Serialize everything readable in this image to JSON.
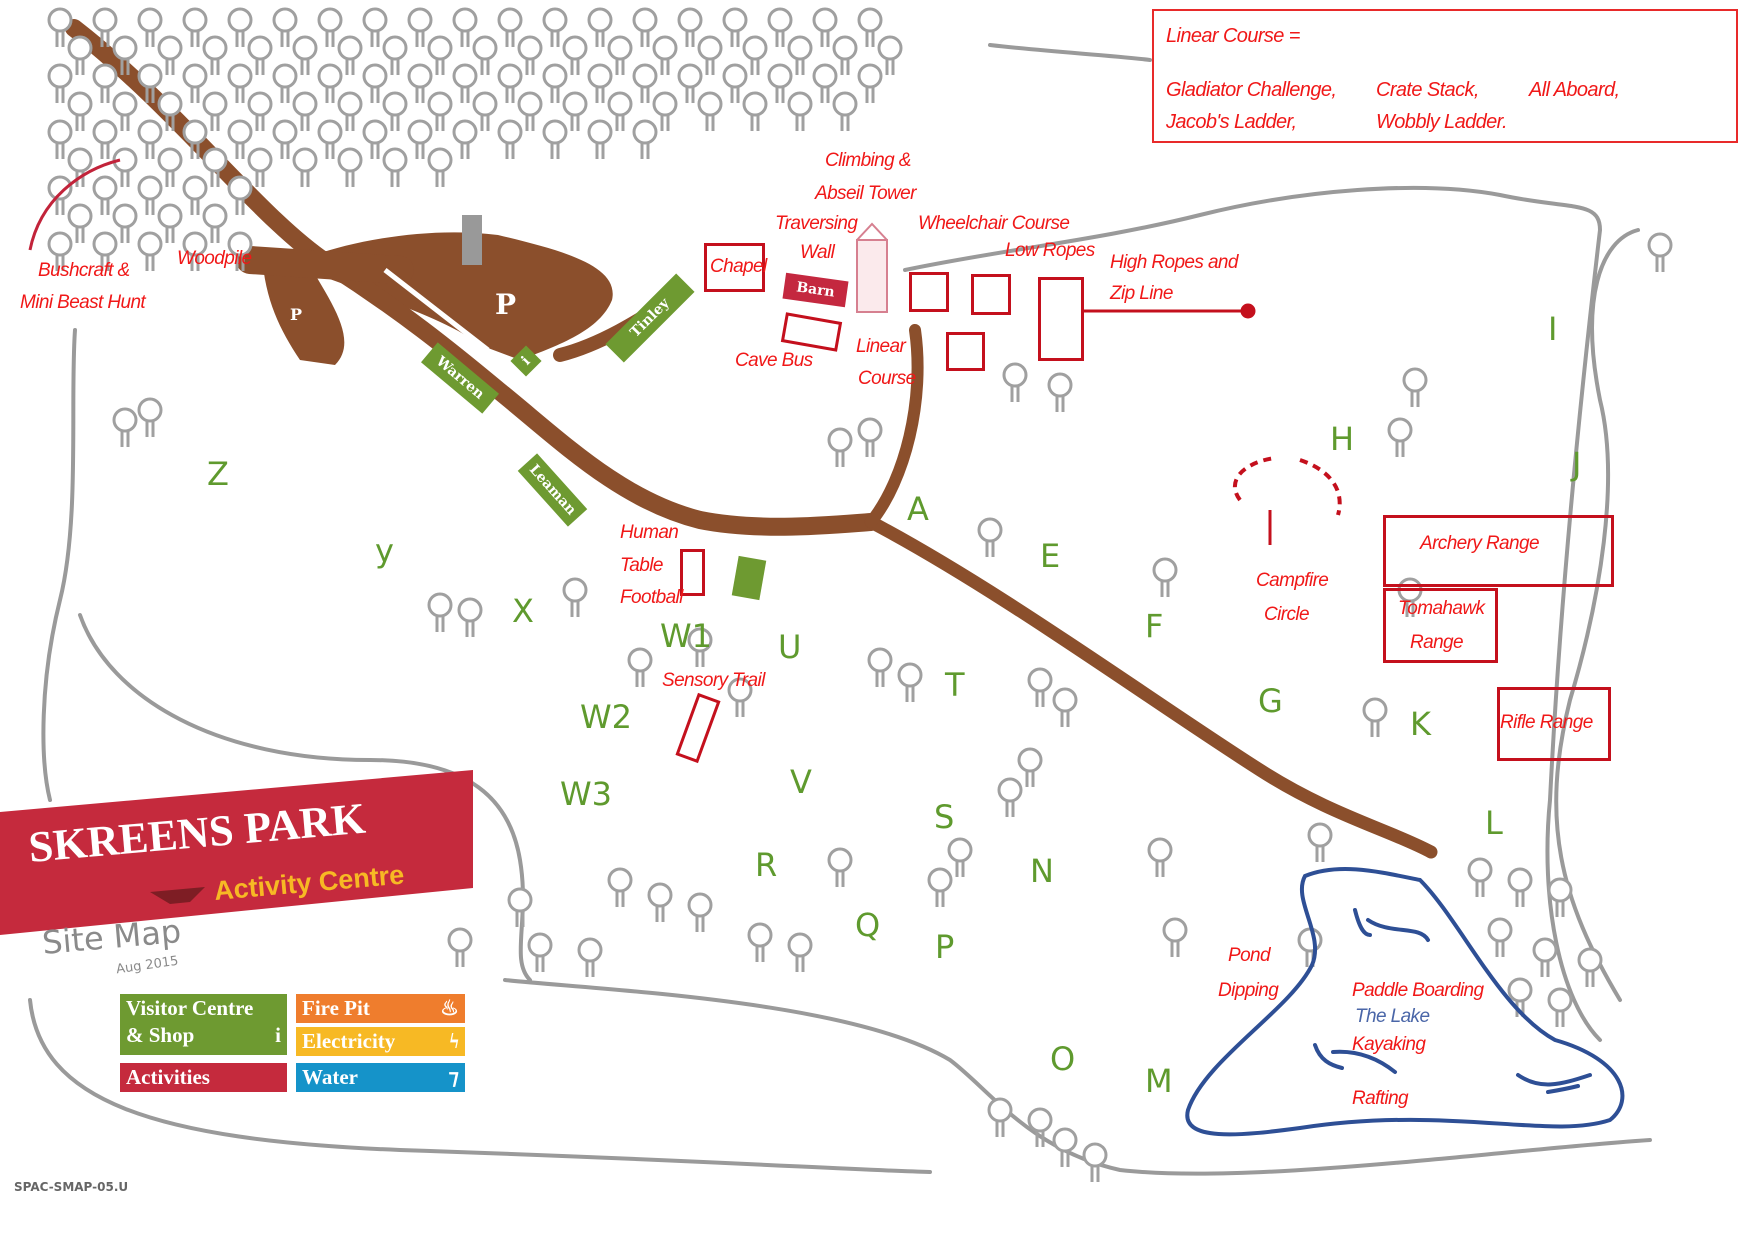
{
  "info_box": {
    "title": "Linear Course =",
    "items": [
      "Gladiator Challenge,",
      "Crate Stack,",
      "All Aboard,",
      "Jacob's Ladder,",
      "Wobbly Ladder."
    ]
  },
  "logo": {
    "name": "SKREENS PARK",
    "subtitle": "Activity Centre",
    "site_map": "Site Map",
    "date": "Aug 2015"
  },
  "legend": {
    "visitor_centre": "Visitor Centre",
    "visitor_shop": "& Shop",
    "visitor_icon": "i",
    "fire_pit": "Fire Pit",
    "electricity": "Electricity",
    "activities": "Activities",
    "water": "Water"
  },
  "code": "SPAC-SMAP-05.U",
  "buildings": {
    "parking": "P",
    "parking_small": "P",
    "warren": "Warren",
    "leaman": "Leaman",
    "tinley": "Tinley",
    "info": "i",
    "barn": "Barn"
  },
  "activities": {
    "chapel": "Chapel",
    "climbing_1": "Climbing &",
    "climbing_2": "Abseil Tower",
    "traversing_1": "Traversing",
    "traversing_2": "Wall",
    "wheelchair": "Wheelchair Course",
    "low_ropes": "Low Ropes",
    "high_ropes_1": "High Ropes and",
    "high_ropes_2": "Zip Line",
    "cave_bus": "Cave Bus",
    "linear_1": "Linear",
    "linear_2": "Course",
    "bushcraft_1": "Bushcraft &",
    "bushcraft_2": "Mini Beast Hunt",
    "woodpile": "Woodpile",
    "table_1": "Human",
    "table_2": "Table",
    "table_3": "Football",
    "sensory": "Sensory Trail",
    "campfire_1": "Campfire",
    "campfire_2": "Circle",
    "archery": "Archery  Range",
    "tomahawk_1": "Tomahawk",
    "tomahawk_2": "Range",
    "rifle": "Rifle Range",
    "pond_1": "Pond",
    "pond_2": "Dipping",
    "paddle": "Paddle Boarding",
    "lake": "The Lake",
    "kayaking": "Kayaking",
    "rafting": "Rafting"
  },
  "zones": [
    "Z",
    "y",
    "X",
    "W1",
    "W2",
    "W3",
    "U",
    "V",
    "T",
    "S",
    "R",
    "Q",
    "P",
    "N",
    "O",
    "M",
    "A",
    "E",
    "F",
    "G",
    "H",
    "I",
    "J",
    "K",
    "L"
  ],
  "colors": {
    "road": "#8b4f2c",
    "activity": "#c4101d",
    "green": "#6e9a31",
    "lake": "#2e4f95",
    "fire": "#ef7d2d",
    "electric": "#f7b924",
    "water": "#1593c9",
    "banner": "#c52a3d"
  }
}
